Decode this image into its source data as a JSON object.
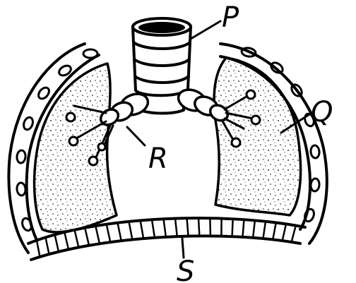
{
  "diagram": {
    "labels": {
      "p": "P",
      "q": "Q",
      "r": "R",
      "s": "S"
    },
    "colors": {
      "ink": "#000000",
      "paper": "#ffffff"
    }
  }
}
